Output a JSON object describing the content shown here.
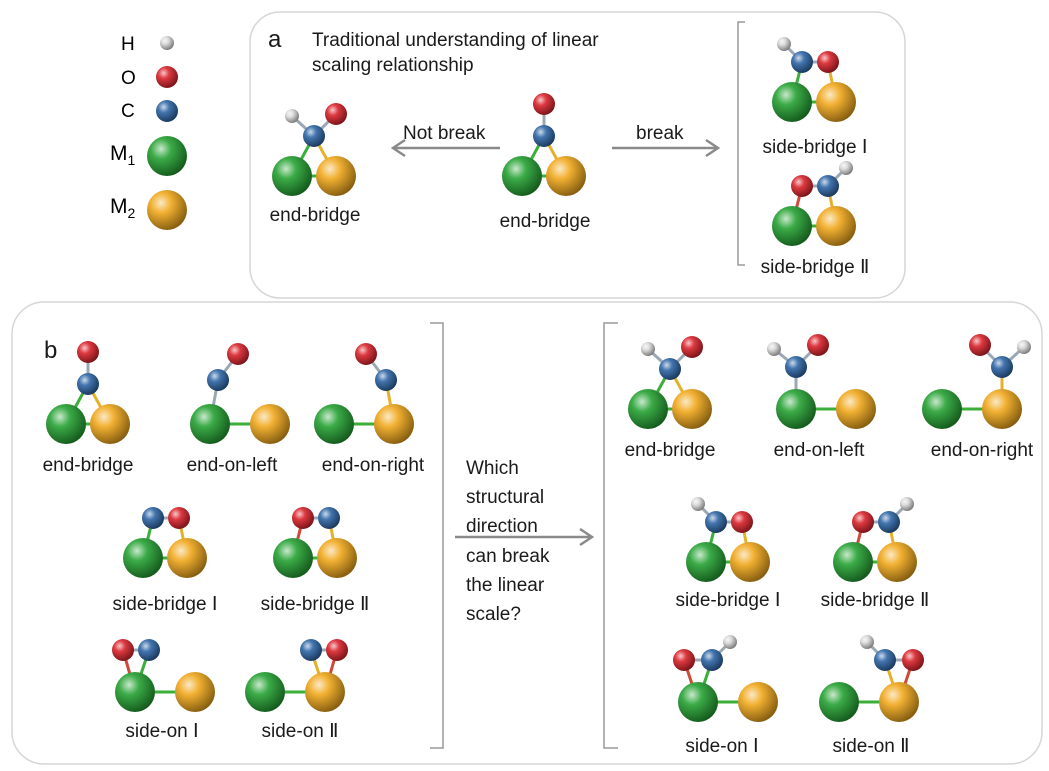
{
  "legend": {
    "items": [
      {
        "symbol": "H",
        "sub": "",
        "atom": "H"
      },
      {
        "symbol": "O",
        "sub": "",
        "atom": "O"
      },
      {
        "symbol": "C",
        "sub": "",
        "atom": "C"
      },
      {
        "symbol": "M",
        "sub": "1",
        "atom": "M1"
      },
      {
        "symbol": "M",
        "sub": "2",
        "atom": "M2"
      }
    ]
  },
  "colors": {
    "H": "#d9d9d9",
    "O": "#d9232b",
    "C": "#2e66a6",
    "M1": "#25a233",
    "M2": "#f0a81c",
    "bond_grey": "#9aa7b5",
    "bond_green": "#3cae3a",
    "bond_yellow": "#e4b12a",
    "bond_red": "#cf4a3a",
    "arrow": "#8a8a8a",
    "panel_border": "#d6d6d6"
  },
  "panel_a": {
    "letter": "a",
    "title_line1": "Traditional understanding of linear",
    "title_line2": "scaling relationship",
    "left_arrow_label": "Not break",
    "right_arrow_label": "break",
    "left_caption": "end-bridge",
    "center_caption": "end-bridge",
    "right_top_caption": "side-bridge Ⅰ",
    "right_bottom_caption": "side-bridge Ⅱ"
  },
  "panel_b": {
    "letter": "b",
    "left": {
      "row1": [
        "end-bridge",
        "end-on-left",
        "end-on-right"
      ],
      "row2": [
        "side-bridge Ⅰ",
        "side-bridge Ⅱ"
      ],
      "row3": [
        "side-on Ⅰ",
        "side-on Ⅱ"
      ]
    },
    "question_lines": [
      "Which",
      "structural",
      "direction",
      "can break",
      "the linear",
      "scale?"
    ],
    "right": {
      "row1": [
        "end-bridge",
        "end-on-left",
        "end-on-right"
      ],
      "row2": [
        "side-bridge Ⅰ",
        "side-bridge Ⅱ"
      ],
      "row3": [
        "side-on Ⅰ",
        "side-on Ⅱ"
      ]
    }
  }
}
